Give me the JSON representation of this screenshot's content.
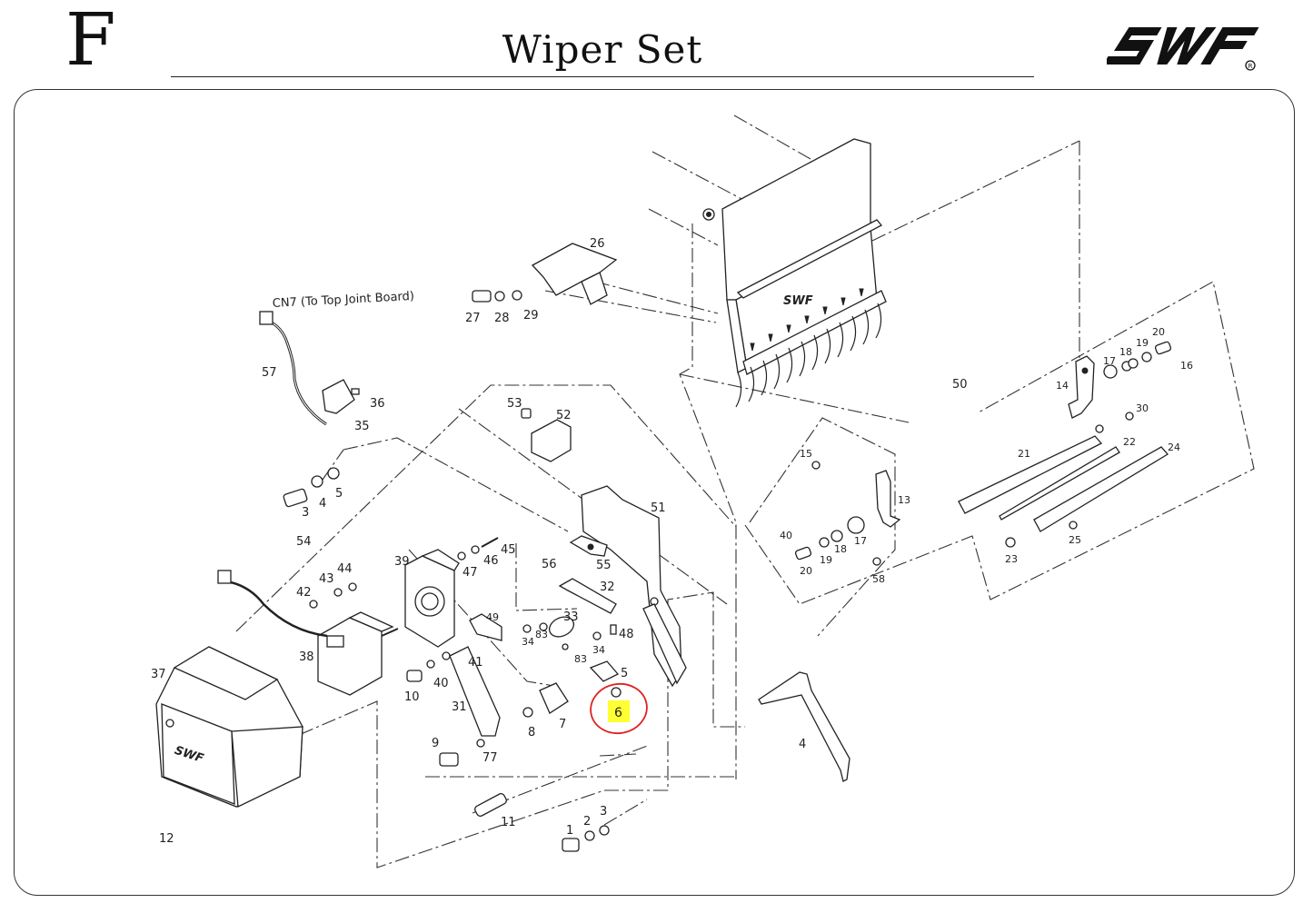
{
  "header": {
    "sheet_letter": "F",
    "title": "Wiper Set",
    "logo_text": "SWF"
  },
  "connector_note": "CN7 (To Top Joint Board)",
  "highlighted_callout": {
    "label": "6",
    "highlight_color": "#ffff33",
    "circle_color": "#e02020"
  },
  "callouts": {
    "c1": "1",
    "c2": "2",
    "c3": "3",
    "c3b": "3",
    "c4": "4",
    "c4b": "4",
    "c5": "5",
    "c5b": "5",
    "c7": "7",
    "c8": "8",
    "c9": "9",
    "c10": "10",
    "c11": "11",
    "c12": "12",
    "c13": "13",
    "c14": "14",
    "c15": "15",
    "c16": "16",
    "c17": "17",
    "c17b": "17",
    "c18": "18",
    "c18b": "18",
    "c19": "19",
    "c19b": "19",
    "c20": "20",
    "c20b": "20",
    "c21": "21",
    "c22": "22",
    "c23": "23",
    "c24": "24",
    "c25": "25",
    "c26": "26",
    "c27": "27",
    "c28": "28",
    "c29": "29",
    "c30": "30",
    "c31": "31",
    "c32": "32",
    "c33": "33",
    "c34": "34",
    "c34b": "34",
    "c35": "35",
    "c36": "36",
    "c37": "37",
    "c38": "38",
    "c39": "39",
    "c40": "40",
    "c40b": "40",
    "c41": "41",
    "c42": "42",
    "c43": "43",
    "c44": "44",
    "c45": "45",
    "c46": "46",
    "c47": "47",
    "c48": "48",
    "c49": "49",
    "c50": "50",
    "c51": "51",
    "c52": "52",
    "c53": "53",
    "c54": "54",
    "c55": "55",
    "c56": "56",
    "c57": "57",
    "c58": "58",
    "c77": "77",
    "c83": "83",
    "c83b": "83"
  }
}
